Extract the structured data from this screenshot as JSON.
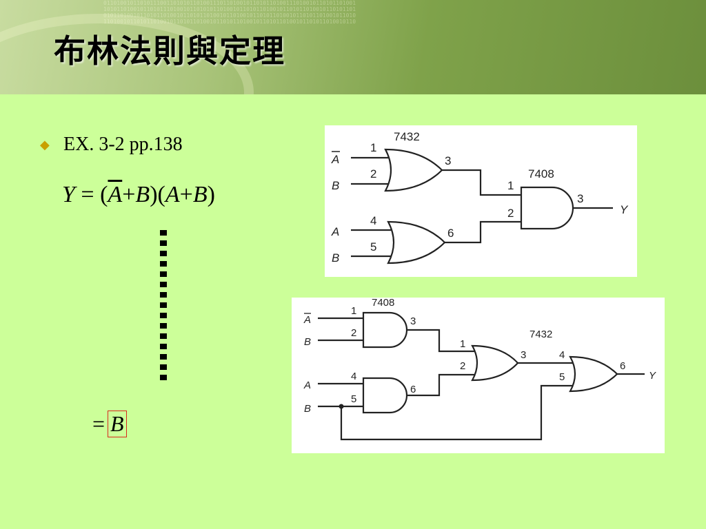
{
  "slide": {
    "title": "布林法則與定理",
    "bullet": "EX. 3-2 pp.138",
    "equation": {
      "lhs": "Y",
      "eq": "=",
      "open1": "(",
      "a_bar": "A",
      "plus1": "+",
      "b1": "B",
      "close1": ")",
      "open2": "(",
      "a2": "A",
      "plus2": "+",
      "b2": "B",
      "close2": ")"
    },
    "result": {
      "eq": "=",
      "value": "B"
    }
  },
  "diagram1": {
    "chip_or": "7432",
    "chip_and": "7408",
    "input_a_bar": "A",
    "input_b1": "B",
    "input_a": "A",
    "input_b2": "B",
    "pins": {
      "p1": "1",
      "p2": "2",
      "p3": "3",
      "p4": "4",
      "p5": "5",
      "p6": "6",
      "and_p1": "1",
      "and_p2": "2",
      "and_p3": "3"
    },
    "output": "Y"
  },
  "diagram2": {
    "chip_and": "7408",
    "chip_or": "7432",
    "input_a_bar": "A",
    "input_b1": "B",
    "input_a": "A",
    "input_b2": "B",
    "pins": {
      "p1": "1",
      "p2": "2",
      "p3": "3",
      "p4": "4",
      "p5": "5",
      "p6": "6",
      "or1_p1": "1",
      "or1_p2": "2",
      "or1_p3": "3",
      "or2_p4": "4",
      "or2_p5": "5",
      "or2_p6": "6"
    },
    "output": "Y"
  }
}
